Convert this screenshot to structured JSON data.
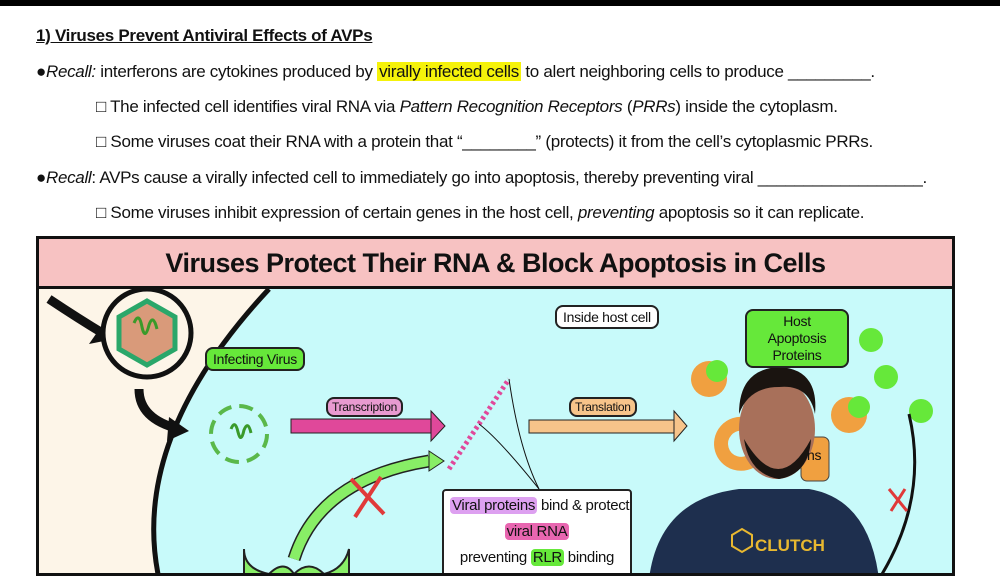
{
  "heading": "1) Viruses Prevent Antiviral Effects of AVPs",
  "bullets": [
    {
      "label": "Recall:",
      "pre": " interferons are cytokines produced by ",
      "highlight": "virally infected cells",
      "post": " to alert neighboring cells to produce _________."
    },
    {
      "pre": "The infected cell identifies viral RNA via ",
      "italic": "Pattern Recognition Receptors",
      "mid": " (",
      "italic2": "PRRs",
      "post": ") inside the cytoplasm."
    },
    {
      "pre": "Some viruses coat their RNA with a protein that “________” (protects) it from the cell’s cytoplasmic PRRs."
    },
    {
      "label": "Recall",
      "post": ": AVPs cause a virally infected cell to immediately go into apoptosis, thereby preventing viral __________________."
    },
    {
      "pre": "Some viruses inhibit expression of certain genes in the host cell, ",
      "italic": "preventing",
      "post": " apoptosis so it can replicate."
    }
  ],
  "diagram": {
    "title": "Viruses Protect Their RNA & Block Apoptosis in Cells",
    "inside_host_cell": "Inside host cell",
    "infecting_virus": "Infecting Virus",
    "transcription": "Transcription",
    "translation": "Translation",
    "host_apoptosis_proteins": "Host Apoptosis Proteins",
    "hidden_label_fragment": "ns",
    "callout": {
      "p1": "Viral proteins",
      "p2": " bind & protect",
      "p3": "viral RNA",
      "p4": "preventing ",
      "p5": "RLR",
      "p6": " binding"
    }
  },
  "presenter": {
    "shirt_logo": "CLUTCH"
  },
  "colors": {
    "highlight": "#f5f20a",
    "title_band": "#f7c2c2",
    "cytoplasm": "#c8fafa",
    "green": "#66e83a",
    "pink": "#e0489a",
    "orange": "#f0a040"
  }
}
